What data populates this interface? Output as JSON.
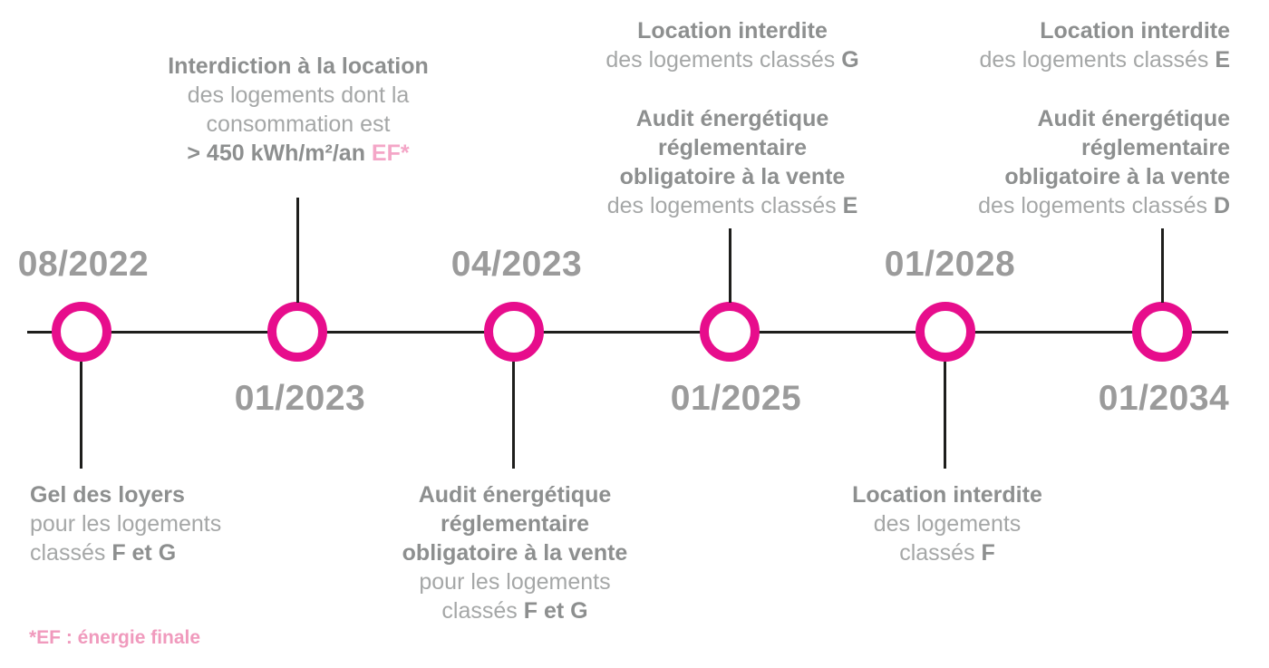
{
  "colors": {
    "accent_pink": "#e70d8c",
    "light_pink": "#f4a6c7",
    "footnote_pink": "#f09abd",
    "line_black": "#1e1e1c",
    "date_gray": "#9b9b9b",
    "text_gray": "#a5a7a7",
    "text_gray_bold": "#8d8f8f"
  },
  "footnote": "*EF : énergie finale",
  "events": [
    {
      "date": "08/2022",
      "date_position": "above",
      "description_position": "below",
      "description": [
        {
          "lines": [
            [
              {
                "text": "Gel des loyers",
                "style": "bold"
              }
            ],
            [
              {
                "text": "pour les logements",
                "style": "regular"
              }
            ],
            [
              {
                "text": "classés ",
                "style": "regular"
              },
              {
                "text": "F et G",
                "style": "bold"
              }
            ]
          ]
        }
      ]
    },
    {
      "date": "01/2023",
      "date_position": "below",
      "description_position": "above",
      "description": [
        {
          "lines": [
            [
              {
                "text": "Interdiction à la location",
                "style": "bold"
              }
            ],
            [
              {
                "text": "des logements dont la",
                "style": "regular"
              }
            ],
            [
              {
                "text": "consommation est",
                "style": "regular"
              }
            ],
            [
              {
                "text": "> 450 kWh/m²/an ",
                "style": "bold"
              },
              {
                "text": "EF*",
                "style": "bold-pink"
              }
            ]
          ]
        }
      ]
    },
    {
      "date": "04/2023",
      "date_position": "above",
      "description_position": "below",
      "description": [
        {
          "lines": [
            [
              {
                "text": "Audit énergétique",
                "style": "bold"
              }
            ],
            [
              {
                "text": "réglementaire",
                "style": "bold"
              }
            ],
            [
              {
                "text": "obligatoire à la vente",
                "style": "bold"
              }
            ],
            [
              {
                "text": "pour les logements",
                "style": "regular"
              }
            ],
            [
              {
                "text": "classés ",
                "style": "regular"
              },
              {
                "text": "F et G",
                "style": "bold"
              }
            ]
          ]
        }
      ]
    },
    {
      "date": "01/2025",
      "date_position": "below",
      "description_position": "above",
      "description": [
        {
          "lines": [
            [
              {
                "text": "Location interdite",
                "style": "bold"
              }
            ],
            [
              {
                "text": "des logements classés ",
                "style": "regular"
              },
              {
                "text": "G",
                "style": "bold"
              }
            ]
          ]
        },
        {
          "lines": [
            [
              {
                "text": "Audit énergétique",
                "style": "bold"
              }
            ],
            [
              {
                "text": "réglementaire",
                "style": "bold"
              }
            ],
            [
              {
                "text": "obligatoire à la vente",
                "style": "bold"
              }
            ],
            [
              {
                "text": "des logements classés ",
                "style": "regular"
              },
              {
                "text": "E",
                "style": "bold"
              }
            ]
          ]
        }
      ]
    },
    {
      "date": "01/2028",
      "date_position": "above",
      "description_position": "below",
      "description": [
        {
          "lines": [
            [
              {
                "text": "Location interdite",
                "style": "bold"
              }
            ],
            [
              {
                "text": "des logements",
                "style": "regular"
              }
            ],
            [
              {
                "text": "classés ",
                "style": "regular"
              },
              {
                "text": "F",
                "style": "bold"
              }
            ]
          ]
        }
      ]
    },
    {
      "date": "01/2034",
      "date_position": "below",
      "description_position": "above",
      "description": [
        {
          "lines": [
            [
              {
                "text": "Location interdite",
                "style": "bold"
              }
            ],
            [
              {
                "text": "des logements classés ",
                "style": "regular"
              },
              {
                "text": "E",
                "style": "bold"
              }
            ]
          ]
        },
        {
          "lines": [
            [
              {
                "text": "Audit énergétique",
                "style": "bold"
              }
            ],
            [
              {
                "text": "réglementaire",
                "style": "bold"
              }
            ],
            [
              {
                "text": "obligatoire à la vente",
                "style": "bold"
              }
            ],
            [
              {
                "text": "des logements classés ",
                "style": "regular"
              },
              {
                "text": "D",
                "style": "bold"
              }
            ]
          ]
        }
      ]
    }
  ]
}
